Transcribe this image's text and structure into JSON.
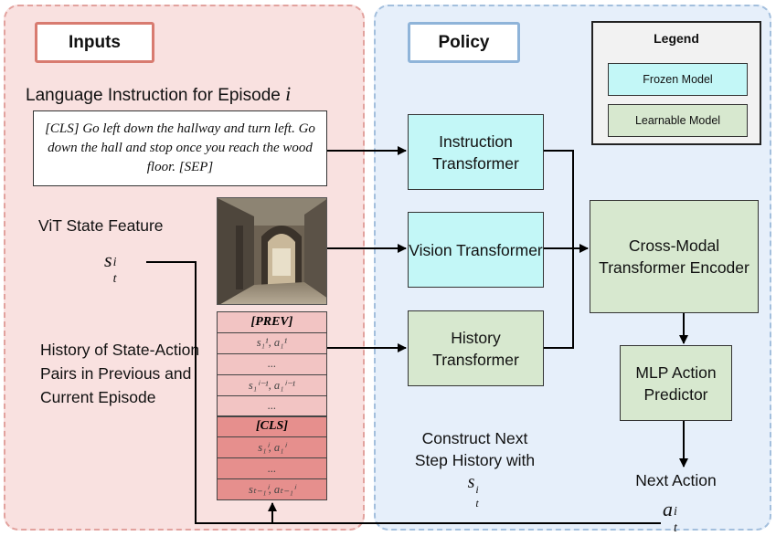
{
  "inputs": {
    "title": "Inputs",
    "language_title": "Language Instruction for Episode",
    "language_var": "i",
    "instruction_text": "[CLS] Go left down the hallway and turn left. Go down the hall and stop once you reach the wood floor. [SEP]",
    "vit_label": "ViT State Feature",
    "state_base": "s",
    "state_sub": "t",
    "state_sup": "i",
    "history_label": "History of State-Action Pairs in Previous and Current Episode",
    "history_rows": [
      {
        "text": "[PREV]",
        "tone": "light",
        "bold": true
      },
      {
        "text": "s₁¹, a₁¹",
        "tone": "light",
        "bold": false
      },
      {
        "text": "...",
        "tone": "light",
        "bold": false
      },
      {
        "text": "s₁ⁱ⁻¹, a₁ⁱ⁻¹",
        "tone": "light",
        "bold": false
      },
      {
        "text": "...",
        "tone": "light",
        "bold": false
      },
      {
        "text": "[CLS]",
        "tone": "dark",
        "bold": true
      },
      {
        "text": "s₁ⁱ, a₁ⁱ",
        "tone": "dark",
        "bold": false
      },
      {
        "text": "...",
        "tone": "dark",
        "bold": false
      },
      {
        "text": "sₜ₋₁ⁱ, aₜ₋₁ⁱ",
        "tone": "dark",
        "bold": false
      }
    ]
  },
  "policy": {
    "title": "Policy",
    "instruction_transformer": "Instruction Transformer",
    "vision_transformer": "Vision Transformer",
    "history_transformer": "History Transformer",
    "cross_modal": "Cross-Modal Transformer Encoder",
    "mlp": "MLP Action Predictor",
    "construct": "Construct Next Step History with",
    "next_action": "Next Action",
    "action_base": "a",
    "action_sub": "t",
    "action_sup": "i"
  },
  "legend": {
    "title": "Legend",
    "frozen": "Frozen Model",
    "learnable": "Learnable Model"
  },
  "colors": {
    "inputs_bg": "#f9e1e0",
    "policy_bg": "#e6effa",
    "frozen": "#c3f7f7",
    "learnable": "#d7e8cf",
    "history_light": "#f2c4c3",
    "history_dark": "#e68f8d"
  }
}
